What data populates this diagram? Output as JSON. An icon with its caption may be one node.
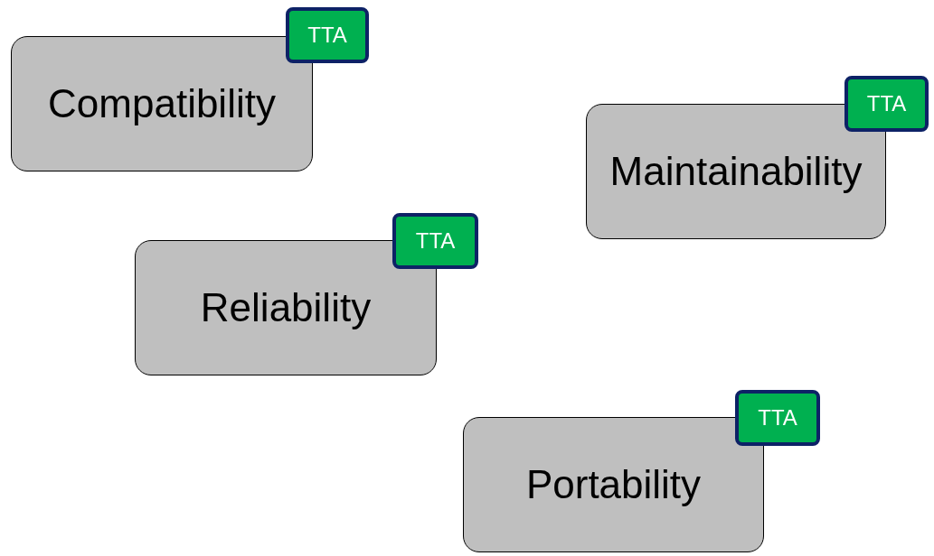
{
  "diagram": {
    "nodes": [
      {
        "text": [
          "Compatibility"
        ]
      },
      {
        "text": [
          "TTA"
        ]
      },
      {
        "text": [
          "Maintainability"
        ]
      },
      {
        "text": [
          "TTA"
        ]
      },
      {
        "text": [
          "Reliability"
        ]
      },
      {
        "text": [
          "TTA"
        ]
      },
      {
        "text": [
          "Portability"
        ]
      },
      {
        "text": [
          "TTA"
        ]
      }
    ]
  }
}
